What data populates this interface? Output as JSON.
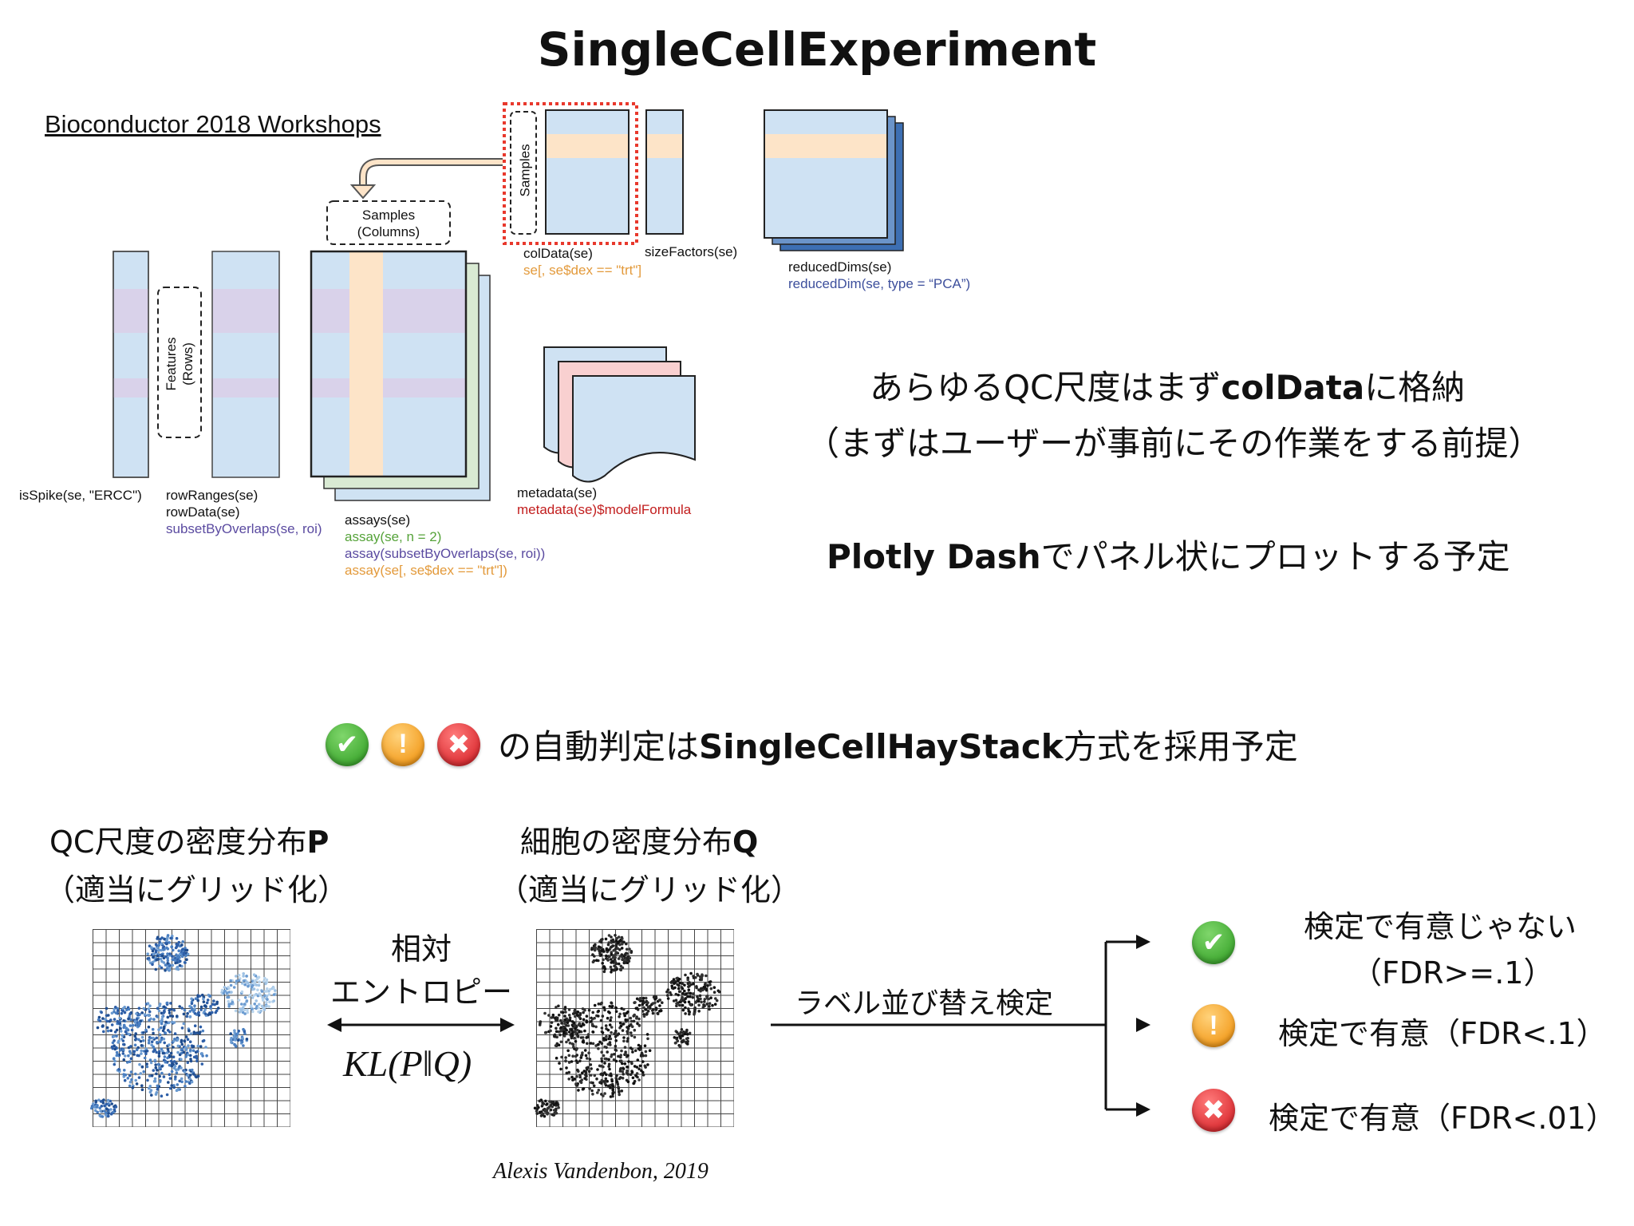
{
  "title": "SingleCellExperiment",
  "workshop": "Bioconductor 2018 Workshops",
  "diagram": {
    "samples_rotated": "Samples",
    "samples_columns": [
      "Samples",
      "(Columns)"
    ],
    "features_rows": [
      "Features",
      "(Rows)"
    ],
    "coldata": [
      "colData(se)",
      "se[, se$dex == \"trt\"]"
    ],
    "sizefactors": "sizeFactors(se)",
    "reduceddims": [
      "reducedDims(se)",
      "reducedDim(se, type = “PCA”)"
    ],
    "isspike": "isSpike(se, \"ERCC\")",
    "rowranges": [
      "rowRanges(se)",
      "rowData(se)",
      "subsetByOverlaps(se, roi)"
    ],
    "assays": [
      "assays(se)",
      "assay(se, n = 2)",
      "assay(subsetByOverlaps(se, roi))",
      "assay(se[, se$dex == \"trt\"])"
    ],
    "metadata": [
      "metadata(se)",
      "metadata(se)$modelFormula"
    ]
  },
  "right_text": {
    "line1_pre": "あらゆるQC尺度はまず",
    "line1_bold": "colData",
    "line1_post": "に格納",
    "line2": "（まずはユーザーが事前にその作業をする前提）",
    "line3_bold": "Plotly Dash",
    "line3_post": "でパネル状にプロットする予定"
  },
  "judgement": {
    "pre": "の自動判定は",
    "bold": "SingleCellHayStack",
    "post": "方式を採用予定"
  },
  "bottom": {
    "p_label": [
      "QC尺度の密度分布",
      "P"
    ],
    "p_sub": "（適当にグリッド化）",
    "q_label": [
      "細胞の密度分布",
      "Q"
    ],
    "q_sub": "（適当にグリッド化）",
    "relative": [
      "相対",
      "エントロピー"
    ],
    "kl": "KL(P‖Q)",
    "citation": "Alexis Vandenbon, 2019",
    "permutation": "ラベル並び替え検定",
    "out1": [
      "検定で有意じゃない",
      "（FDR>=.1）"
    ],
    "out2": "検定で有意（FDR<.1）",
    "out3": "検定で有意（FDR<.01）"
  },
  "icons": {
    "ok": "check-icon",
    "warn": "exclamation-icon",
    "err": "cross-icon",
    "warn_glyph": "!",
    "ok_glyph": "✔",
    "err_glyph": "✖"
  },
  "colors": {
    "light_blue": "#cfe2f3",
    "purple_band": "#d9d2ea",
    "peach_band": "#fde4c8",
    "red_dotted": "#e8382c",
    "dark_blue": "#3d6fb3",
    "pink": "#f9d0d0",
    "green": "#d9ead3"
  }
}
